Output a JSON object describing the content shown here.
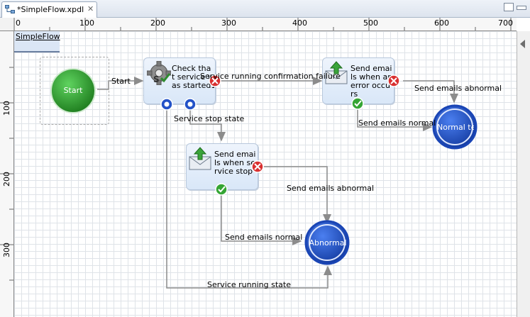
{
  "editor_tab": {
    "title": "*SimpleFlow.xpdl",
    "close_glyph": "✕"
  },
  "ruler": {
    "horizontal_ticks": [
      "0",
      "100",
      "200",
      "300",
      "400",
      "500",
      "600",
      "700"
    ],
    "vertical_ticks": [
      "100",
      "200",
      "300"
    ]
  },
  "pool": {
    "name": "SimpleFlow"
  },
  "start_event": {
    "label": "Start"
  },
  "activities": {
    "check": {
      "label": "Check tha\nt service w\nas started1",
      "icon": "gear-icon"
    },
    "send_error": {
      "label": "Send emai\nls when an\nerror occu\nrs",
      "icon": "email-upload-icon"
    },
    "send_stop": {
      "label": "Send emai\nls when se\nrvice stop",
      "icon": "email-upload-icon"
    }
  },
  "end_events": {
    "normal": {
      "label": "Normal te"
    },
    "abnormal": {
      "label": "Abnormal"
    }
  },
  "transitions": {
    "start": "Start",
    "failure": "Service running confirmation failure",
    "stop_state": "Service stop state",
    "running_state": "Service running state",
    "abnormal_top": "Send emails abnormal",
    "normal_top": "Send emails normal",
    "abnormal_mid": "Send emails abnormal",
    "normal_mid": "Send emails normal"
  },
  "colors": {
    "start_fill": "#2e9a2e",
    "end_fill": "#1f4fc4",
    "connector": "#8c8c8c",
    "grid": "#dfe3e8"
  }
}
